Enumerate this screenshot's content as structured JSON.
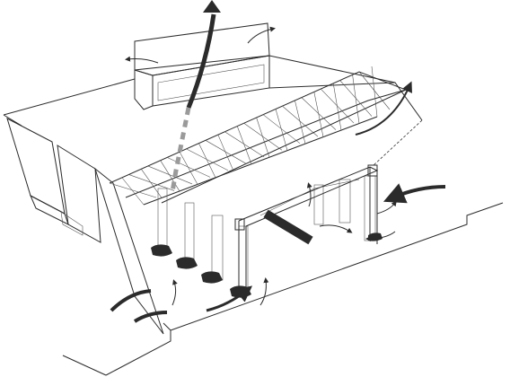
{
  "diagram": {
    "type": "axonometric-section",
    "colors": {
      "ink": "#2b2b2b",
      "arrow": "#3a3a3a",
      "hatch": "#4a4a4a",
      "background": "#ffffff"
    },
    "elements": [
      "roof-truss",
      "clerestory-monitor",
      "left-hatched-wall",
      "portal-frame",
      "columns",
      "vehicles",
      "airflow-arrows"
    ]
  }
}
